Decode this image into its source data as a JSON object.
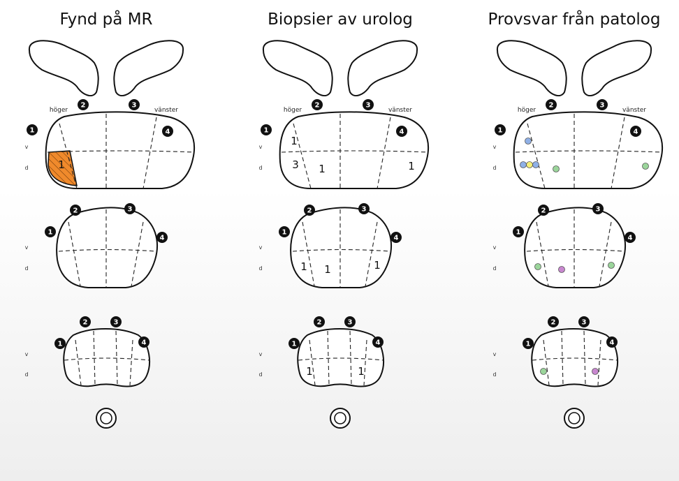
{
  "columns": [
    {
      "title": "Fynd på MR"
    },
    {
      "title": "Biopsier av urolog"
    },
    {
      "title": "Provsvar från patolog"
    }
  ],
  "labels": {
    "right": "höger",
    "left": "vänster",
    "ventral": "v",
    "dorsal": "d"
  },
  "badges": [
    "1",
    "2",
    "3",
    "4"
  ],
  "colors": {
    "highlight": "#f08a2c",
    "blue": "#8fb0e6",
    "yellow": "#f5ef7a",
    "green": "#9bd59b",
    "purple": "#c887cf"
  },
  "mr_findings": [
    {
      "level": "base",
      "zone": "1d",
      "value": "1",
      "color": "highlight"
    }
  ],
  "biopsies": [
    {
      "level": "base",
      "zone": "1v",
      "value": "1"
    },
    {
      "level": "base",
      "zone": "1d",
      "value": "3"
    },
    {
      "level": "base",
      "zone": "2d",
      "value": "1"
    },
    {
      "level": "base",
      "zone": "4d",
      "value": "1"
    },
    {
      "level": "mid",
      "zone": "1d",
      "value": "1"
    },
    {
      "level": "mid",
      "zone": "2d",
      "value": "1"
    },
    {
      "level": "mid",
      "zone": "4d",
      "value": "1"
    },
    {
      "level": "apex",
      "zone": "1d",
      "value": "1"
    },
    {
      "level": "apex",
      "zone": "4d",
      "value": "1"
    }
  ],
  "pathology": [
    {
      "level": "base",
      "zone": "1v",
      "colors": [
        "blue"
      ]
    },
    {
      "level": "base",
      "zone": "1d",
      "colors": [
        "blue",
        "yellow",
        "blue"
      ]
    },
    {
      "level": "base",
      "zone": "2d",
      "colors": [
        "green"
      ]
    },
    {
      "level": "base",
      "zone": "4d",
      "colors": [
        "green"
      ]
    },
    {
      "level": "mid",
      "zone": "1d",
      "colors": [
        "green"
      ]
    },
    {
      "level": "mid",
      "zone": "2d",
      "colors": [
        "purple"
      ]
    },
    {
      "level": "mid",
      "zone": "4d",
      "colors": [
        "green"
      ]
    },
    {
      "level": "apex",
      "zone": "1d",
      "colors": [
        "green"
      ]
    },
    {
      "level": "apex",
      "zone": "4d",
      "colors": [
        "purple"
      ]
    }
  ]
}
